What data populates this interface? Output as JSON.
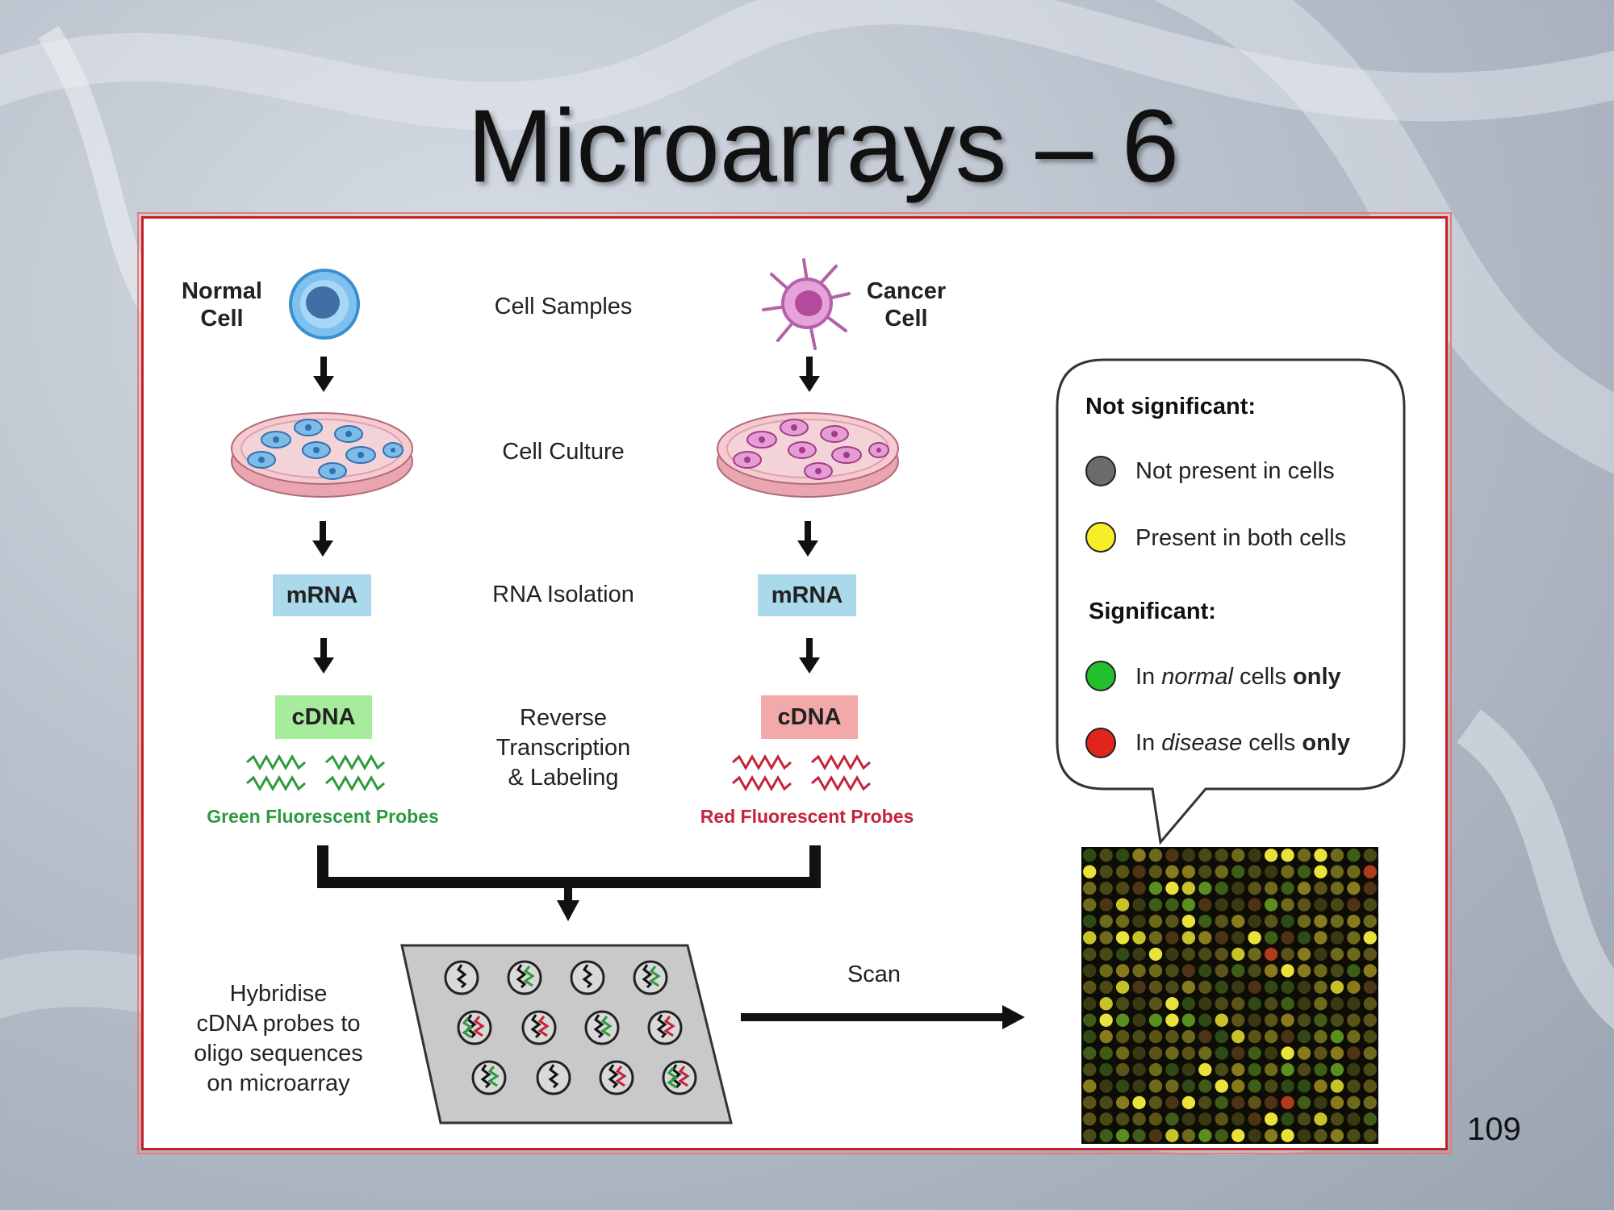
{
  "slide": {
    "title": "Microarrays – 6",
    "page_number": "109"
  },
  "left_column": {
    "cell_label_line1": "Normal",
    "cell_label_line2": "Cell",
    "mrna": "mRNA",
    "cdna": "cDNA",
    "probes": "Green Fluorescent Probes",
    "cdna_color": "#a6ec9c",
    "probe_color": "#2e9a3e"
  },
  "right_column": {
    "cell_label_line1": "Cancer",
    "cell_label_line2": "Cell",
    "mrna": "mRNA",
    "cdna": "cDNA",
    "probes": "Red Fluorescent Probes",
    "cdna_color": "#f3a9aa",
    "probe_color": "#c4243a"
  },
  "steps": {
    "cell_samples": "Cell Samples",
    "cell_culture": "Cell Culture",
    "rna_isolation": "RNA Isolation",
    "rt_line1": "Reverse",
    "rt_line2": "Transcription",
    "rt_line3": "& Labeling"
  },
  "hybridise": {
    "line1": "Hybridise",
    "line2": "cDNA probes to",
    "line3": "oligo sequences",
    "line4": "on microarray"
  },
  "scan": "Scan",
  "legend": {
    "not_significant": "Not significant:",
    "not_present": "Not present in cells",
    "present_both": "Present in both cells",
    "significant": "Significant:",
    "normal_prefix": "In ",
    "normal_em": "normal",
    "normal_mid": " cells ",
    "normal_bold": "only",
    "disease_prefix": "In ",
    "disease_em": "disease",
    "disease_mid": " cells ",
    "disease_bold": "only",
    "colors": {
      "grey": "#6b6b6b",
      "yellow": "#f5ee28",
      "green": "#22c02c",
      "red": "#e0261c"
    }
  },
  "colors": {
    "mrna_box": "#a9d9ea",
    "frame_border": "#d01c1c"
  }
}
